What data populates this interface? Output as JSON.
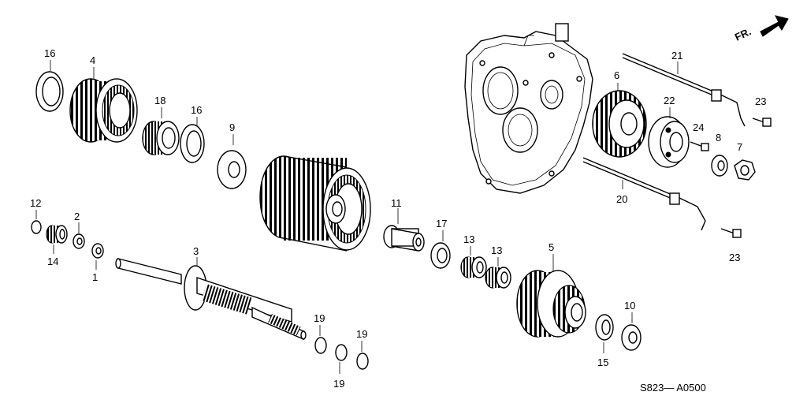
{
  "direction_label": "FR.",
  "drawing_code": "S823— A0500",
  "callouts": {
    "c1": "1",
    "c2": "2",
    "c3": "3",
    "c4": "4",
    "c5": "5",
    "c6": "6",
    "c7": "7",
    "c8": "8",
    "c9": "9",
    "c10": "10",
    "c11": "11",
    "c12": "12",
    "c13a": "13",
    "c13b": "13",
    "c14": "14",
    "c15": "15",
    "c16a": "16",
    "c16b": "16",
    "c17": "17",
    "c18": "18",
    "c19a": "19",
    "c19b": "19",
    "c19c": "19",
    "c20": "20",
    "c21": "21",
    "c22": "22",
    "c23a": "23",
    "c23b": "23",
    "c24": "24"
  }
}
